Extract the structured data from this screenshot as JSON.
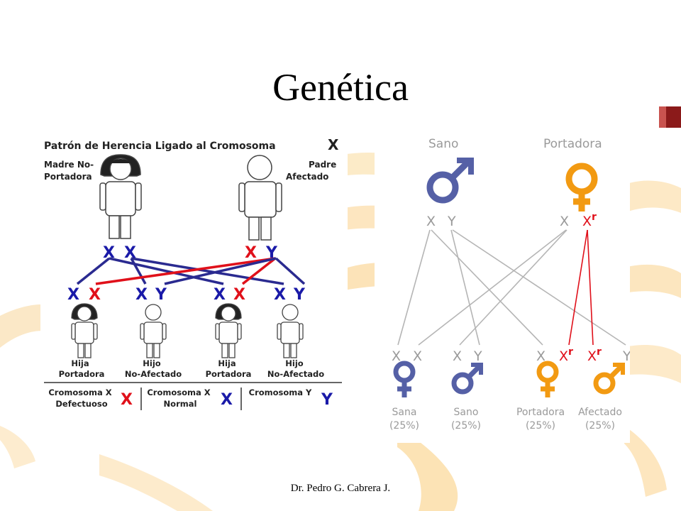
{
  "slide": {
    "title": "Genética",
    "footer": "Dr. Pedro G. Cabrera J."
  },
  "left_diagram": {
    "heading": "Patrón de Herencia Ligado al Cromosoma",
    "heading_symbol": "X",
    "mother_label": [
      "Madre No-",
      "Portadora"
    ],
    "father_label": [
      "Padre",
      "Afectado"
    ],
    "parent_mother_chroms": [
      "X",
      "X"
    ],
    "parent_father_chroms": [
      "X",
      "Y"
    ],
    "child_chroms": [
      [
        "X",
        "X"
      ],
      [
        "X",
        "Y"
      ],
      [
        "X",
        "X"
      ],
      [
        "X",
        "Y"
      ]
    ],
    "children": [
      [
        "Hija",
        "Portadora"
      ],
      [
        "Hijo",
        "No-Afectado"
      ],
      [
        "Hija",
        "Portadora"
      ],
      [
        "Hijo",
        "No-Afectado"
      ]
    ],
    "legend": [
      {
        "label": [
          "Cromosoma X",
          "Defectuoso"
        ],
        "symbol": "X",
        "color": "#e0101a"
      },
      {
        "label": [
          "Cromosoma X",
          "Normal"
        ],
        "symbol": "X",
        "color": "#1a1aa8"
      },
      {
        "label": [
          "Cromosoma Y"
        ],
        "symbol": "Y",
        "color": "#1a1aa8"
      }
    ],
    "colors": {
      "blue": "#1a1aa8",
      "red": "#e0101a",
      "navy_line": "#2a2a90"
    }
  },
  "right_diagram": {
    "parent_left_label": "Sano",
    "parent_right_label": "Portadora",
    "parent_left_chroms": [
      "X",
      "Y"
    ],
    "parent_right_chroms": [
      "X",
      "X"
    ],
    "superscript": "r",
    "offspring_chroms": [
      [
        "X",
        "X"
      ],
      [
        "X",
        "Y"
      ],
      [
        "X",
        "Xr"
      ],
      [
        "Xr",
        "Y"
      ]
    ],
    "offspring": [
      {
        "name": "Sana",
        "pct": "(25%)"
      },
      {
        "name": "Sano",
        "pct": "(25%)"
      },
      {
        "name": "Portadora",
        "pct": "(25%)"
      },
      {
        "name": "Afectado",
        "pct": "(25%)"
      }
    ],
    "colors": {
      "male_blue": "#5560a6",
      "female_orange": "#f29a12",
      "gray_text": "#9a9a9a",
      "red": "#e0101a"
    }
  }
}
